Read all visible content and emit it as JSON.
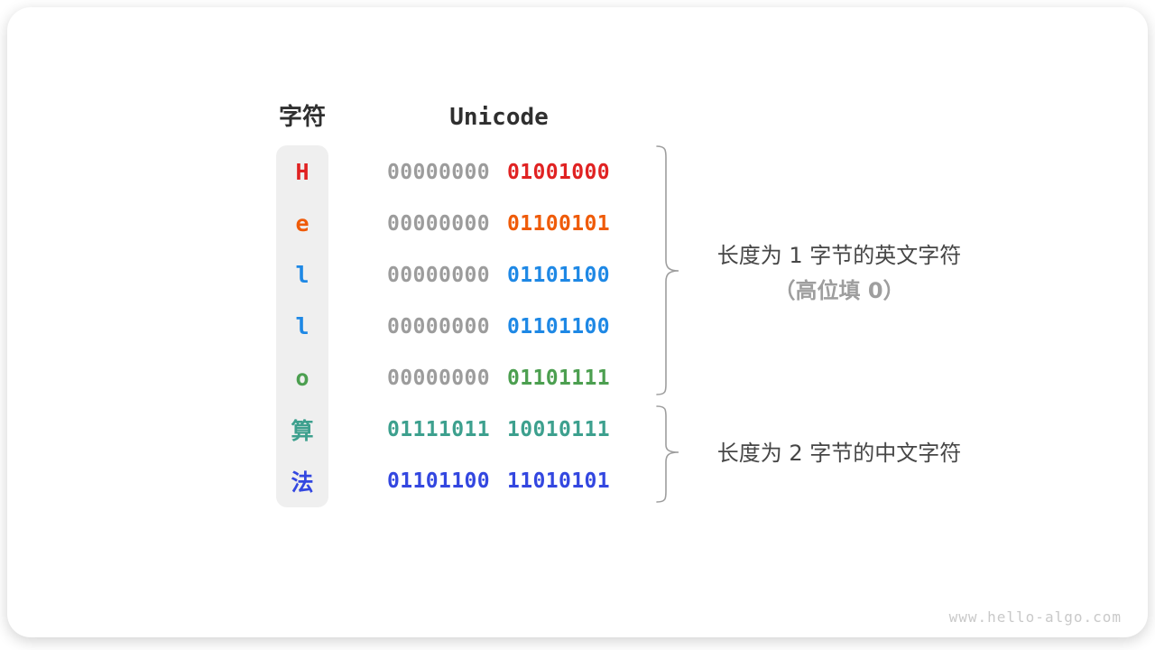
{
  "header": {
    "char_col": "字符",
    "unicode_col": "Unicode"
  },
  "rows": [
    {
      "char": "H",
      "char_color": "#E02222",
      "byte1": "00000000",
      "byte1_color": "#9C9C9C",
      "byte2": "01001000",
      "byte2_color": "#E02222"
    },
    {
      "char": "e",
      "char_color": "#EF5B09",
      "byte1": "00000000",
      "byte1_color": "#9C9C9C",
      "byte2": "01100101",
      "byte2_color": "#EF5B09"
    },
    {
      "char": "l",
      "char_color": "#1E88E5",
      "byte1": "00000000",
      "byte1_color": "#9C9C9C",
      "byte2": "01101100",
      "byte2_color": "#1E88E5"
    },
    {
      "char": "l",
      "char_color": "#1E88E5",
      "byte1": "00000000",
      "byte1_color": "#9C9C9C",
      "byte2": "01101100",
      "byte2_color": "#1E88E5"
    },
    {
      "char": "o",
      "char_color": "#4C9F50",
      "byte1": "00000000",
      "byte1_color": "#9C9C9C",
      "byte2": "01101111",
      "byte2_color": "#4C9F50"
    },
    {
      "char": "算",
      "char_color": "#3DA08E",
      "byte1": "01111011",
      "byte1_color": "#3DA08E",
      "byte2": "10010111",
      "byte2_color": "#3DA08E"
    },
    {
      "char": "法",
      "char_color": "#3347E0",
      "byte1": "01101100",
      "byte1_color": "#3347E0",
      "byte2": "11010101",
      "byte2_color": "#3347E0"
    }
  ],
  "annotations": {
    "english": {
      "line1": "长度为 1 字节的英文字符",
      "line2": "（高位填 0）"
    },
    "chinese": {
      "line1": "长度为 2 字节的中文字符"
    }
  },
  "watermark": "www.hello-algo.com",
  "colors": {
    "bits_gray": "#9C9C9C",
    "heading": "#2F2F2F",
    "annotation_text": "#464646",
    "annotation_muted": "#9E9E9E",
    "brace": "#9E9E9E",
    "column_bg": "#EFEFEF",
    "watermark": "#C9C9C9",
    "card_bg": "#FFFFFF"
  }
}
